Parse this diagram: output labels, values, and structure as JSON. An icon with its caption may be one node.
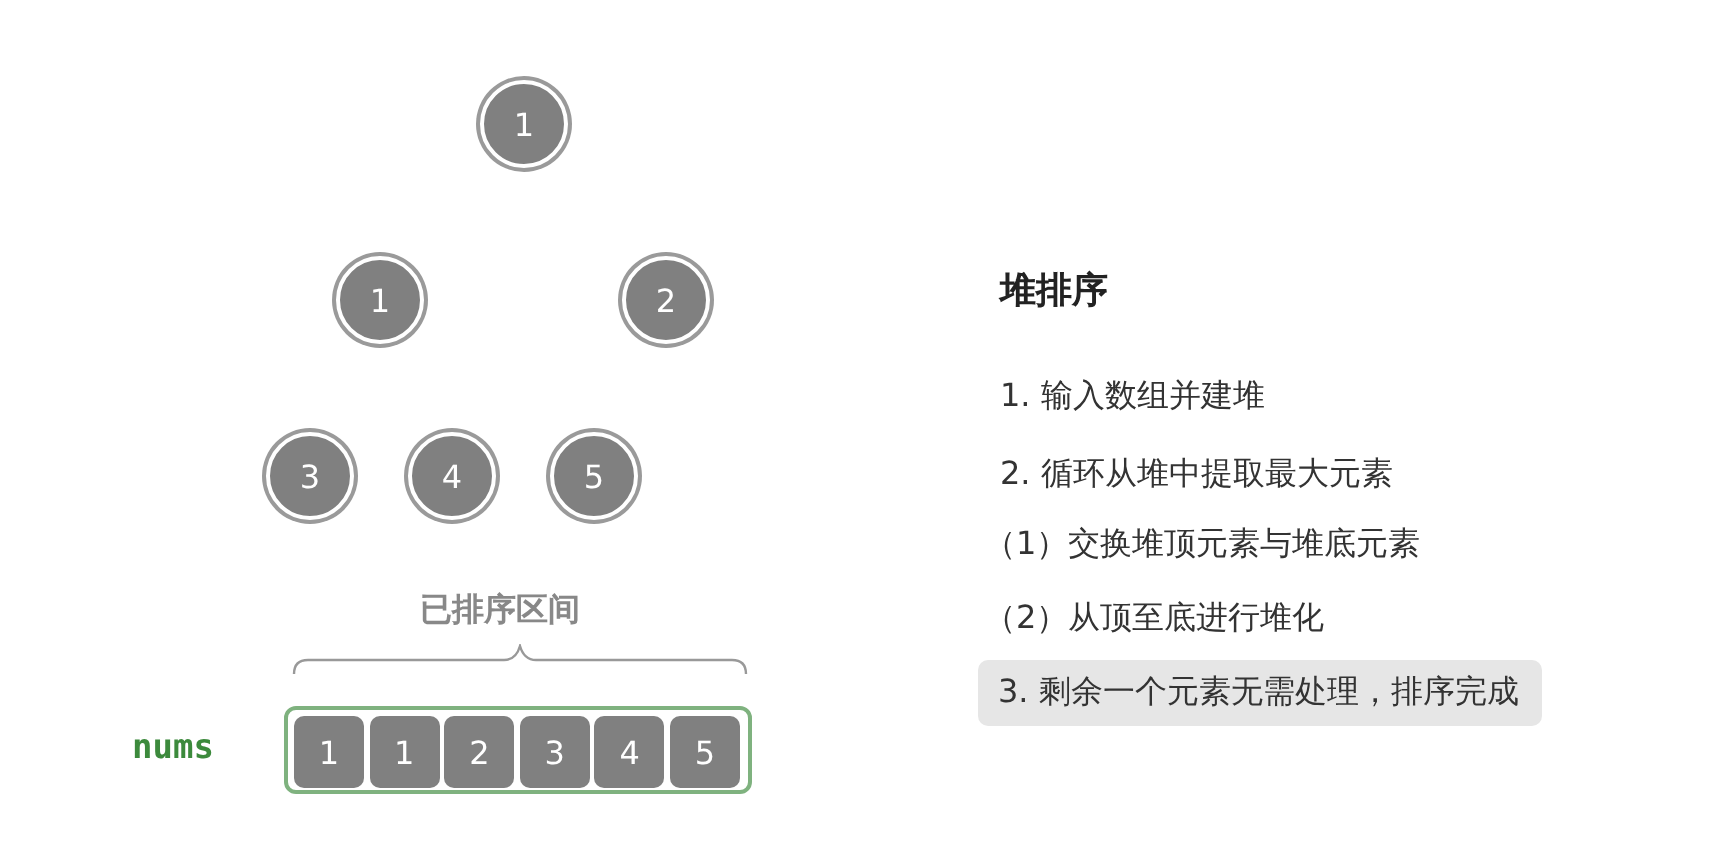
{
  "diagram": {
    "nodes": [
      {
        "text": [
          "1"
        ]
      },
      {
        "text": [
          "1"
        ]
      },
      {
        "text": [
          "2"
        ]
      },
      {
        "text": [
          "3"
        ]
      },
      {
        "text": [
          "4"
        ]
      },
      {
        "text": [
          "5"
        ]
      },
      {
        "text": [],
        "shape": "box",
        "beside": [
          "nums"
        ]
      },
      {
        "text": [
          "1"
        ],
        "in": 6
      },
      {
        "text": [
          "1"
        ],
        "in": 6
      },
      {
        "text": [
          "2"
        ],
        "in": 6
      },
      {
        "text": [
          "3"
        ],
        "in": 6
      },
      {
        "text": [
          "4"
        ],
        "in": 6
      },
      {
        "text": [
          "5"
        ],
        "in": 6
      },
      {
        "text": [
          "3. 剩余一个元素无需处理，排序完成"
        ]
      }
    ],
    "edges": [],
    "labels": [
      "已排序区间",
      "堆排序",
      "1. 输入数组并建堆",
      "2. 循环从堆中提取最大元素",
      "（1）交换堆顶元素与堆底元素",
      "（2）从顶至底进行堆化"
    ]
  }
}
